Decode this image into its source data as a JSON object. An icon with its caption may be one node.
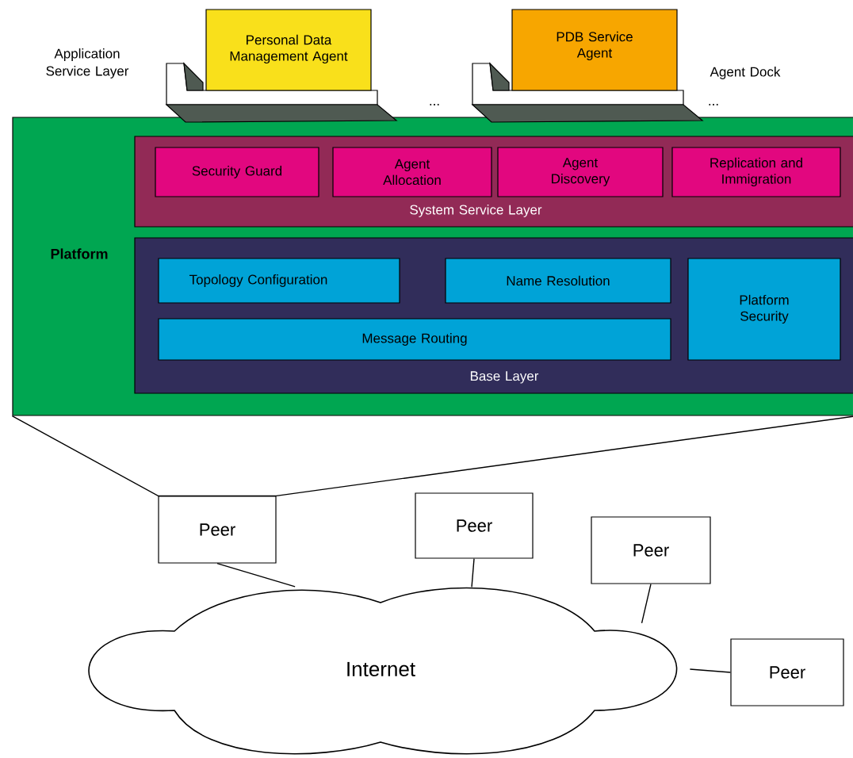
{
  "diagram": {
    "nodes": [
      {
        "text": [
          "Platform"
        ]
      },
      {
        "text": [
          "System Service Layer"
        ],
        "in": 0
      },
      {
        "text": [
          "Security Guard"
        ],
        "in": 1
      },
      {
        "text": [
          "Agent Allocation"
        ],
        "in": 1
      },
      {
        "text": [
          "Agent Discovery"
        ],
        "in": 1
      },
      {
        "text": [
          "Replication and Immigration"
        ],
        "in": 1
      },
      {
        "text": [
          "Base Layer"
        ],
        "in": 0
      },
      {
        "text": [
          "Topology Configuration"
        ],
        "in": 6
      },
      {
        "text": [
          "Name Resolution"
        ],
        "in": 6
      },
      {
        "text": [
          "Message Routing"
        ],
        "in": 6
      },
      {
        "text": [
          "Platform Security"
        ],
        "in": 6
      },
      {
        "text": [
          "Personal Data Management Agent"
        ]
      },
      {
        "text": [
          "PDB Service Agent"
        ]
      },
      {
        "text": [
          "Internet"
        ]
      },
      {
        "text": [
          "Peer"
        ]
      },
      {
        "text": [
          "Peer"
        ]
      },
      {
        "text": [
          "Peer"
        ]
      },
      {
        "text": [
          "Peer"
        ]
      }
    ],
    "edges": [
      {
        "from": 0,
        "to": 14,
        "arrow": "none"
      },
      {
        "from": 14,
        "to": 13,
        "arrow": "none"
      },
      {
        "from": 15,
        "to": 13,
        "arrow": "none"
      },
      {
        "from": 16,
        "to": 13,
        "arrow": "none"
      },
      {
        "from": 17,
        "to": 13,
        "arrow": "none"
      }
    ],
    "labels": [
      "Application Service Layer",
      "...",
      "...",
      "Agent Dock"
    ]
  }
}
